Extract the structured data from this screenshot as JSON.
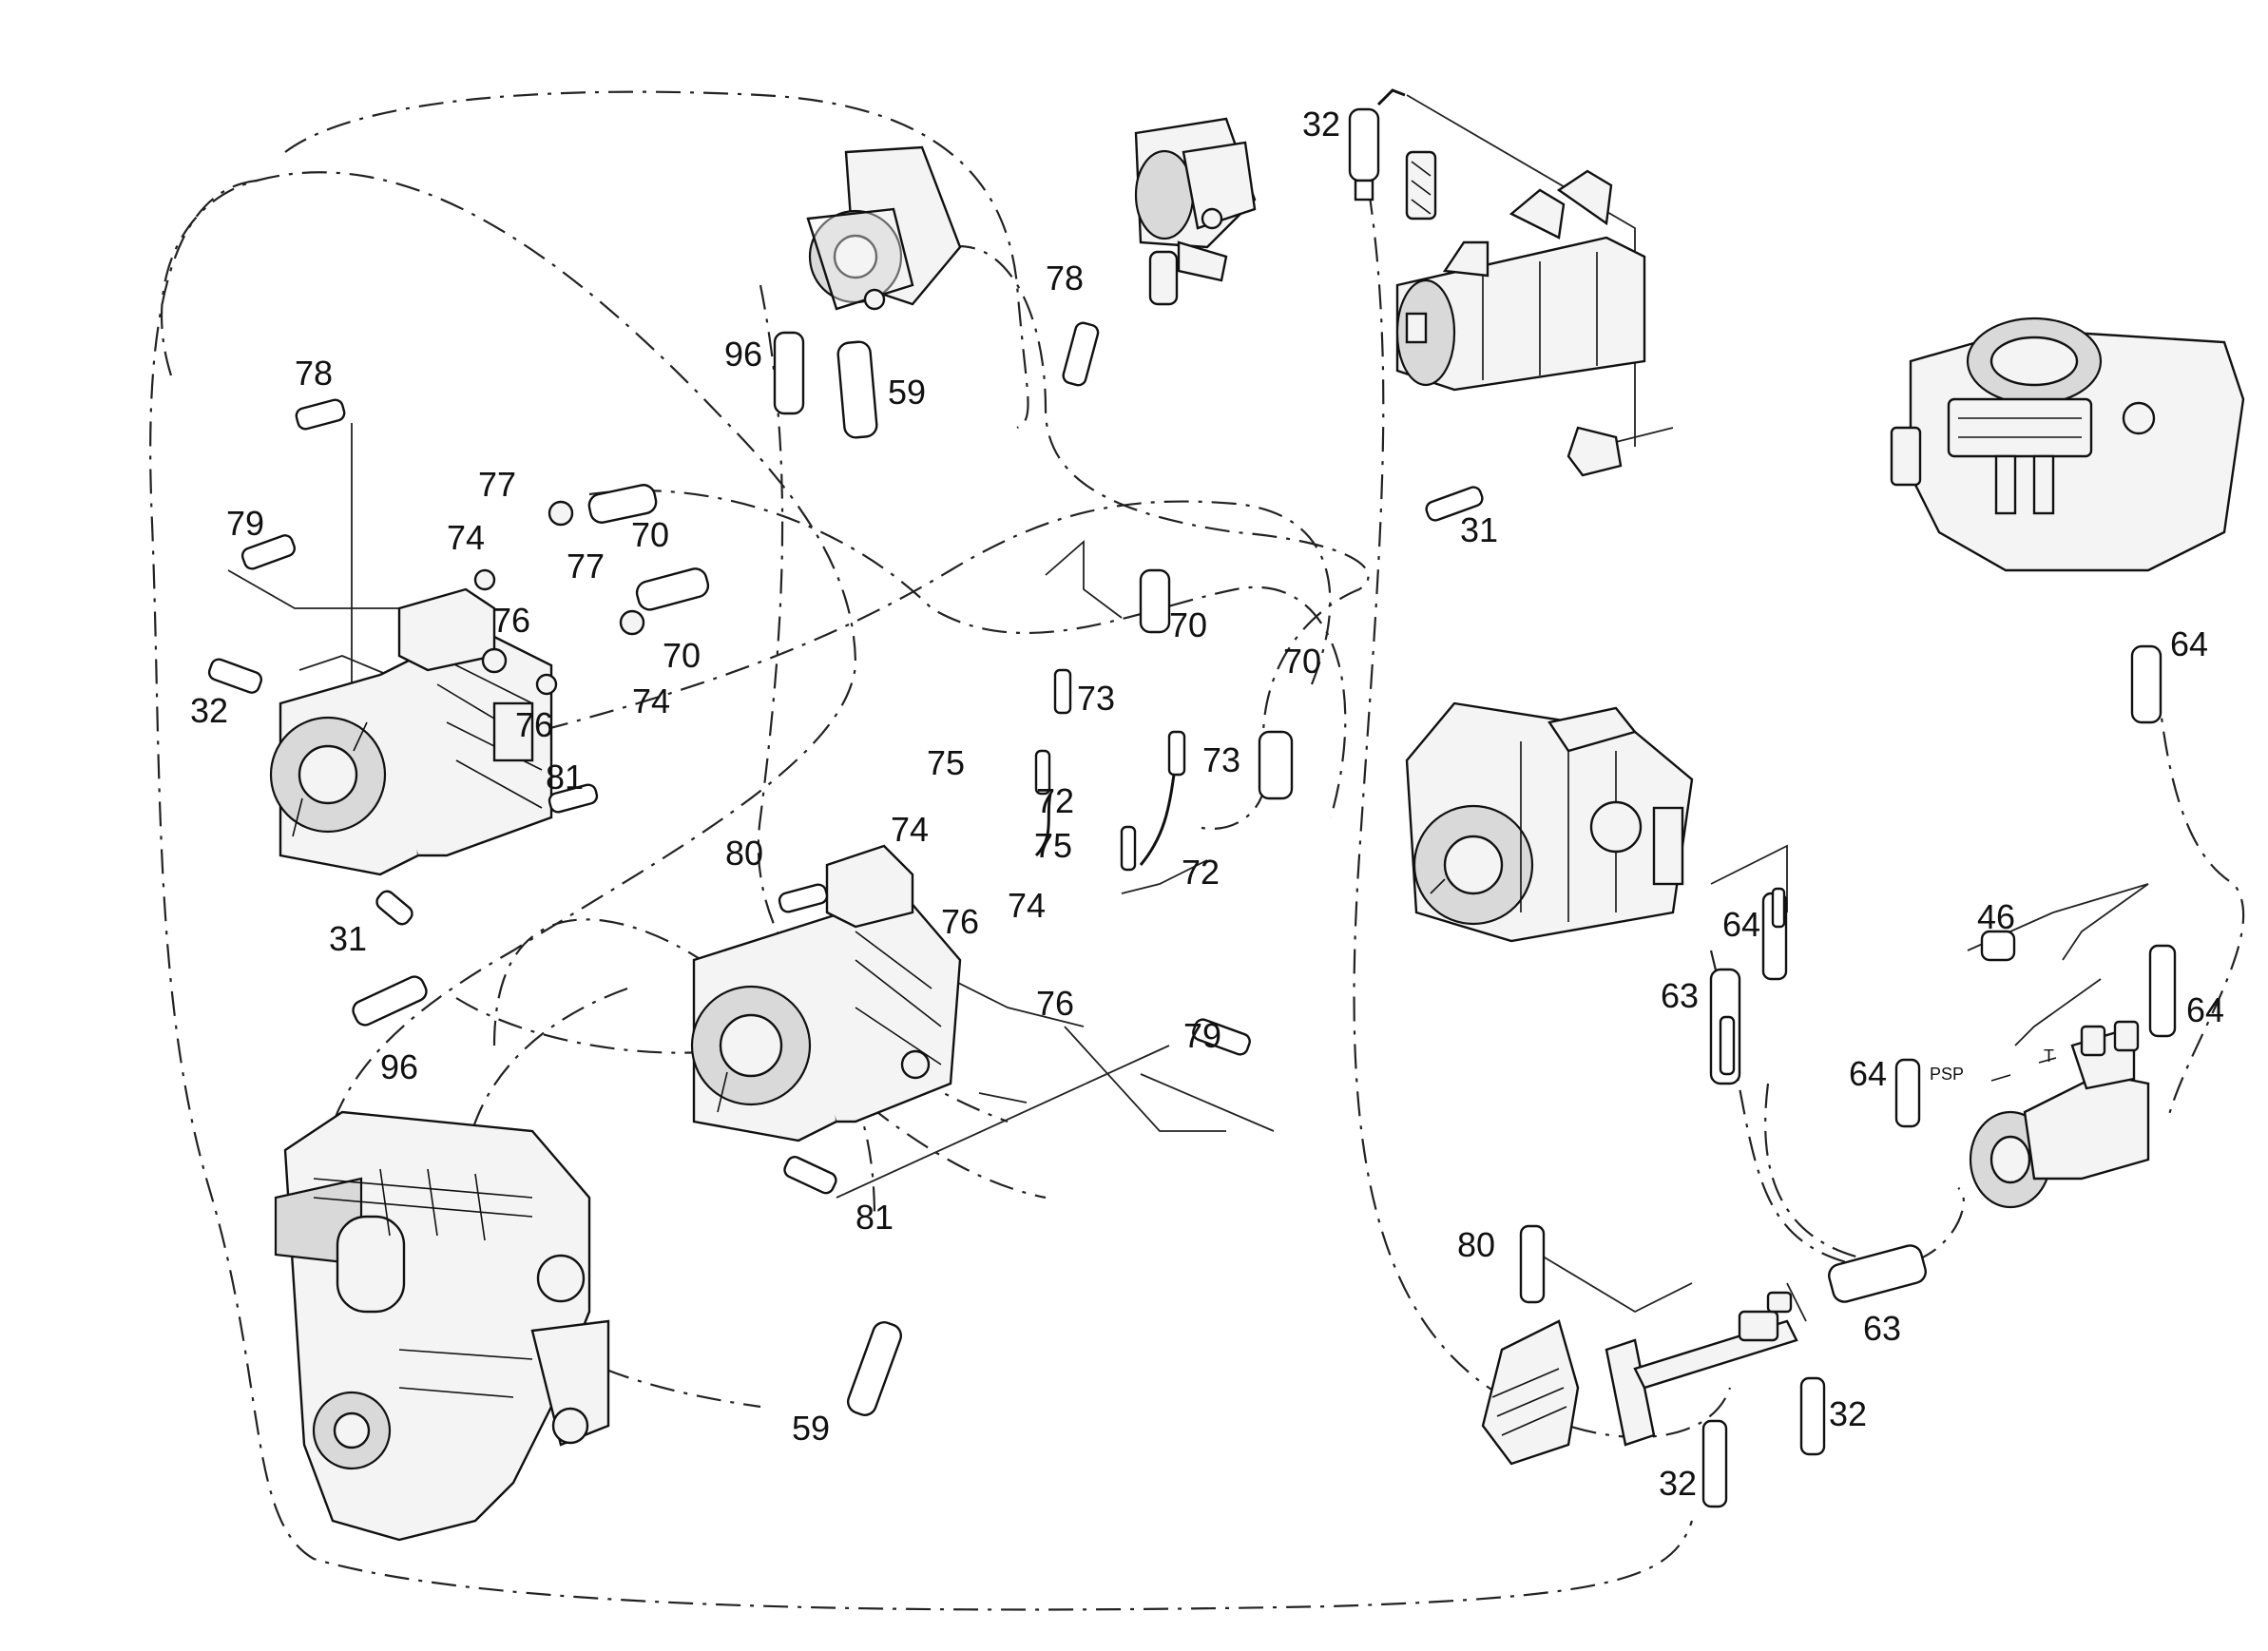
{
  "callouts": {
    "c32_top": "32",
    "c78_top": "78",
    "c96_top": "96",
    "c59_top": "59",
    "c31_right": "31",
    "c64_top": "64",
    "c78_left": "78",
    "c79_left": "79",
    "c77_a": "77",
    "c74_a": "74",
    "c70_a": "70",
    "c77_b": "77",
    "c76_a": "76",
    "c70_b": "70",
    "c32_left": "32",
    "c76_b": "76",
    "c74_b": "74",
    "c70_c": "70",
    "c73_a": "73",
    "c70_d": "70",
    "c73_b": "73",
    "c75_a": "75",
    "c72_a": "72",
    "c74_c": "74",
    "c75_b": "75",
    "c81_a": "81",
    "c31_left": "31",
    "c80_a": "80",
    "c76_c": "76",
    "c74_d": "74",
    "c72_b": "72",
    "c76_d": "76",
    "c96_bot": "96",
    "c79_right": "79",
    "c64_a": "64",
    "c46": "46",
    "c63_a": "63",
    "c64_b": "64",
    "c64_c": "64",
    "c81_b": "81",
    "c80_b": "80",
    "c63_b": "63",
    "c32_b": "32",
    "c59_bot": "59",
    "c32_c": "32"
  },
  "port_labels": {
    "psp": "PSP",
    "t": "T"
  },
  "icons": [
    "hydraulic-motor-left-icon",
    "hydraulic-motor-center-icon",
    "gear-pump-icon",
    "tandem-pump-icon",
    "axial-piston-pump-icon",
    "control-valve-block-icon",
    "brake-valve-icon",
    "transmission-gearbox-icon",
    "pedal-valve-icon",
    "hose-icon"
  ]
}
